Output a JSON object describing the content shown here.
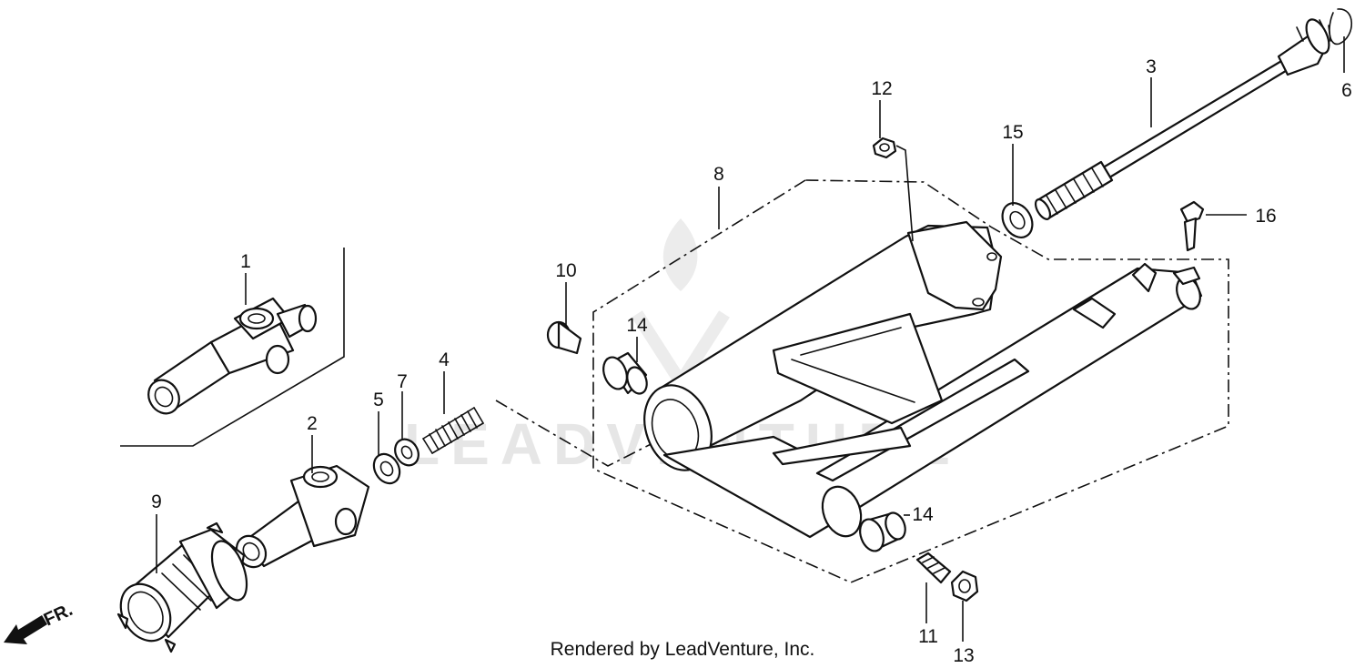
{
  "watermark": "LEADVENTURE",
  "direction_label": "FR.",
  "credit": "Rendered by LeadVenture, Inc.",
  "colors": {
    "line": "#111111",
    "background": "#ffffff",
    "watermark": "#e6e6e6"
  },
  "callouts": {
    "c1": "1",
    "c2": "2",
    "c3": "3",
    "c4": "4",
    "c5": "5",
    "c6": "6",
    "c7": "7",
    "c8": "8",
    "c9": "9",
    "c10": "10",
    "c11": "11",
    "c12": "12",
    "c13": "13",
    "c14a": "14",
    "c14b": "14",
    "c15": "15",
    "c16": "16"
  }
}
